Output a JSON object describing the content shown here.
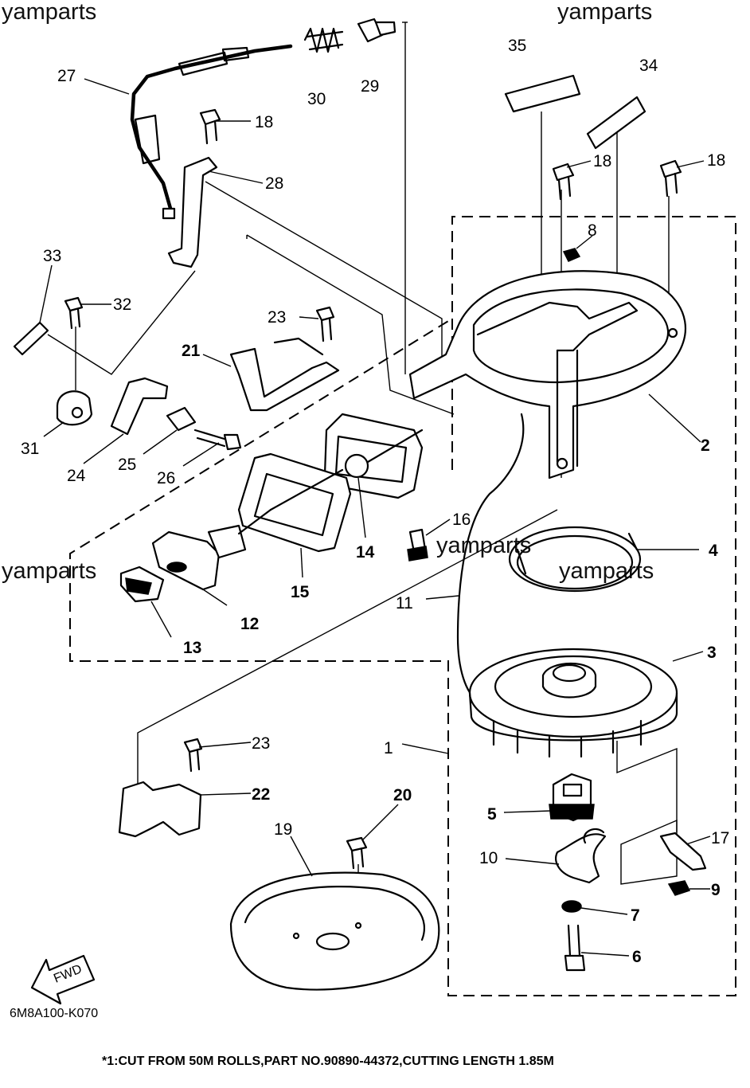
{
  "watermarks": [
    "yamparts",
    "yamparts",
    "yamparts",
    "yamparts",
    "yamparts"
  ],
  "diagram_code": "6M8A100-K070",
  "footnote": "*1:CUT FROM 50M ROLLS,PART NO.90890-44372,CUTTING LENGTH 1.85M",
  "fwd_label": "FWD",
  "callouts": [
    {
      "id": "c35",
      "text": "35"
    },
    {
      "id": "c34",
      "text": "34"
    },
    {
      "id": "c27",
      "text": "27"
    },
    {
      "id": "c30",
      "text": "30"
    },
    {
      "id": "c29",
      "text": "29"
    },
    {
      "id": "c18a",
      "text": "18"
    },
    {
      "id": "c18b",
      "text": "18"
    },
    {
      "id": "c18c",
      "text": "18"
    },
    {
      "id": "c28",
      "text": "28"
    },
    {
      "id": "c8",
      "text": "8"
    },
    {
      "id": "c33",
      "text": "33"
    },
    {
      "id": "c32",
      "text": "32"
    },
    {
      "id": "c23a",
      "text": "23"
    },
    {
      "id": "c21",
      "text": "21"
    },
    {
      "id": "c2",
      "text": "2"
    },
    {
      "id": "c31",
      "text": "31"
    },
    {
      "id": "c24",
      "text": "24"
    },
    {
      "id": "c25",
      "text": "25"
    },
    {
      "id": "c26",
      "text": "26"
    },
    {
      "id": "c16",
      "text": "16"
    },
    {
      "id": "c14",
      "text": "14"
    },
    {
      "id": "c4",
      "text": "4"
    },
    {
      "id": "c15",
      "text": "15"
    },
    {
      "id": "c12",
      "text": "12"
    },
    {
      "id": "c11",
      "text": "11"
    },
    {
      "id": "c13",
      "text": "13"
    },
    {
      "id": "c3",
      "text": "3"
    },
    {
      "id": "c1",
      "text": "1"
    },
    {
      "id": "c23b",
      "text": "23"
    },
    {
      "id": "c22",
      "text": "22"
    },
    {
      "id": "c20",
      "text": "20"
    },
    {
      "id": "c19",
      "text": "19"
    },
    {
      "id": "c5",
      "text": "5"
    },
    {
      "id": "c17",
      "text": "17"
    },
    {
      "id": "c10",
      "text": "10"
    },
    {
      "id": "c9",
      "text": "9"
    },
    {
      "id": "c7",
      "text": "7"
    },
    {
      "id": "c6",
      "text": "6"
    }
  ]
}
